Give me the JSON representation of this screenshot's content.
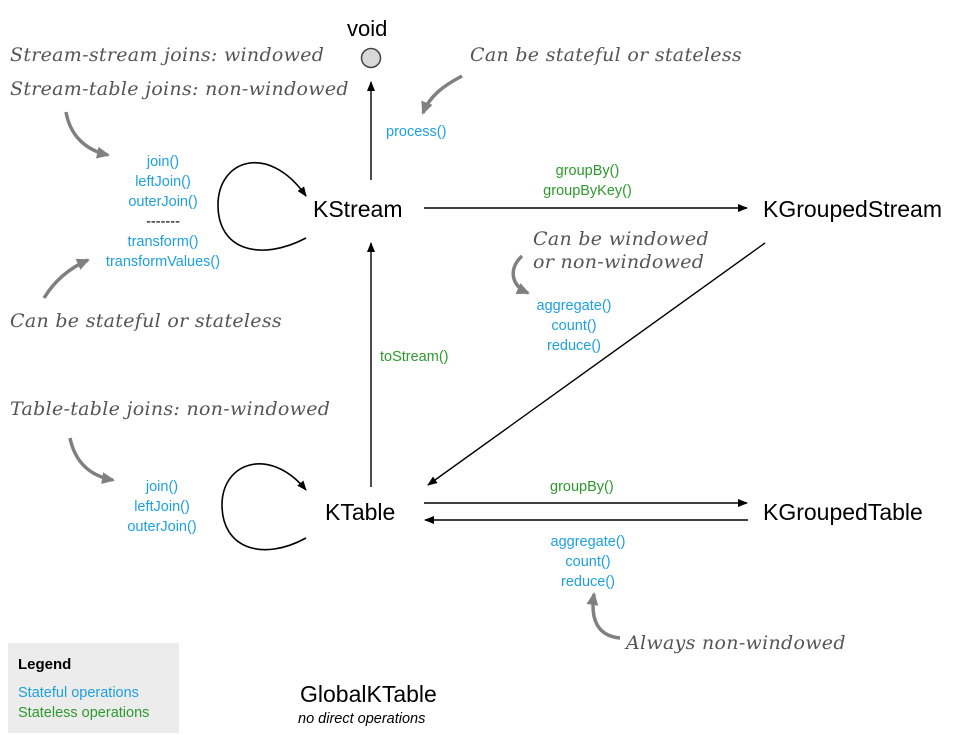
{
  "nodes": {
    "void": "void",
    "kstream": "KStream",
    "kgroupedstream": "KGroupedStream",
    "ktable": "KTable",
    "kgroupedtable": "KGroupedTable",
    "globalktable": "GlobalKTable",
    "globalktable_note": "no direct operations"
  },
  "ops": {
    "process": "process()",
    "kstream_self": [
      "join()",
      "leftJoin()",
      "outerJoin()",
      "-------",
      "transform()",
      "transformValues()"
    ],
    "groupby_stream": [
      "groupBy()",
      "groupByKey()"
    ],
    "aggregate_stream": [
      "aggregate()",
      "count()",
      "reduce()"
    ],
    "tostream": "toStream()",
    "ktable_self": [
      "join()",
      "leftJoin()",
      "outerJoin()"
    ],
    "groupby_table": "groupBy()",
    "aggregate_table": [
      "aggregate()",
      "count()",
      "reduce()"
    ]
  },
  "notes": {
    "stream_joins_1": "Stream-stream joins: windowed",
    "stream_joins_2": "Stream-table joins: non-windowed",
    "stateful_process": "Can be stateful or stateless",
    "stateful_transform": "Can be stateful or stateless",
    "windowed_1": "Can be windowed",
    "windowed_2": "or non-windowed",
    "table_joins": "Table-table joins: non-windowed",
    "always_nonwindowed": "Always non-windowed"
  },
  "legend": {
    "title": "Legend",
    "stateful": "Stateful operations",
    "stateless": "Stateless operations"
  },
  "colors": {
    "stateful": "#1ea0e0",
    "stateless": "#2c9a2c",
    "note": "#555555",
    "note_arrow": "#808080"
  }
}
